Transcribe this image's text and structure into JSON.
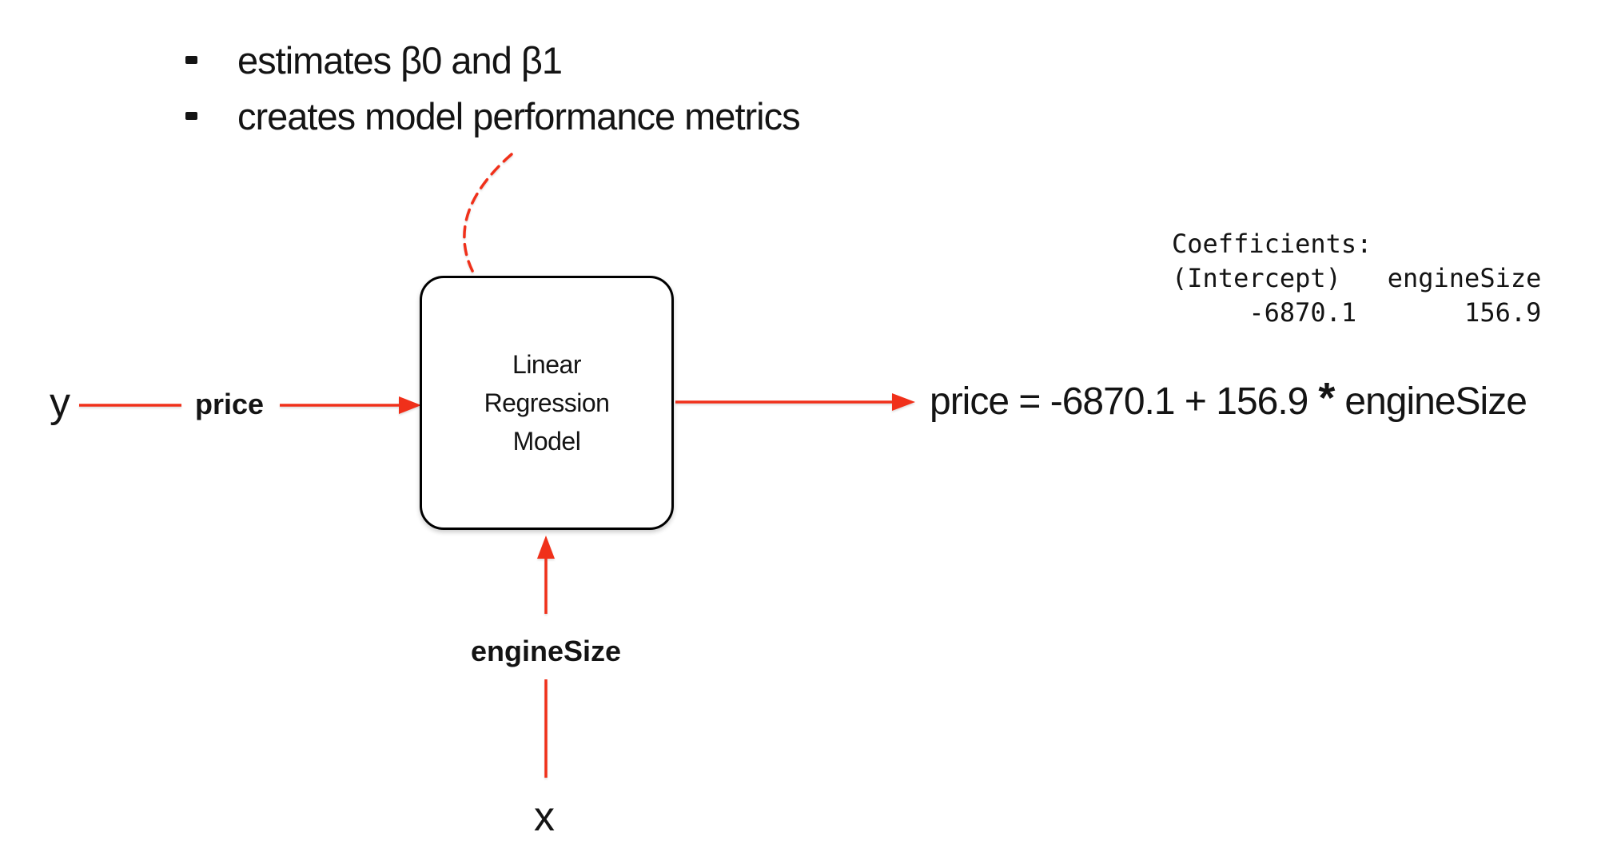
{
  "colors": {
    "connector": "#f0301a",
    "ink": "#141414"
  },
  "notes": {
    "items": [
      {
        "label": "estimates β0 and β1"
      },
      {
        "label": "creates model performance metrics"
      }
    ]
  },
  "model_box": {
    "lines": [
      "Linear",
      "Regression",
      "Model"
    ]
  },
  "inputs": {
    "y": {
      "symbol": "y",
      "variable": "price"
    },
    "x": {
      "symbol": "x",
      "variable": "engineSize"
    }
  },
  "output": {
    "equation": {
      "lhs": "price = -6870.1 + 156.9",
      "operator": "*",
      "rhs": "engineSize"
    }
  },
  "console_output": {
    "text": "Coefficients:\n(Intercept)   engineSize\n     -6870.1       156.9"
  }
}
